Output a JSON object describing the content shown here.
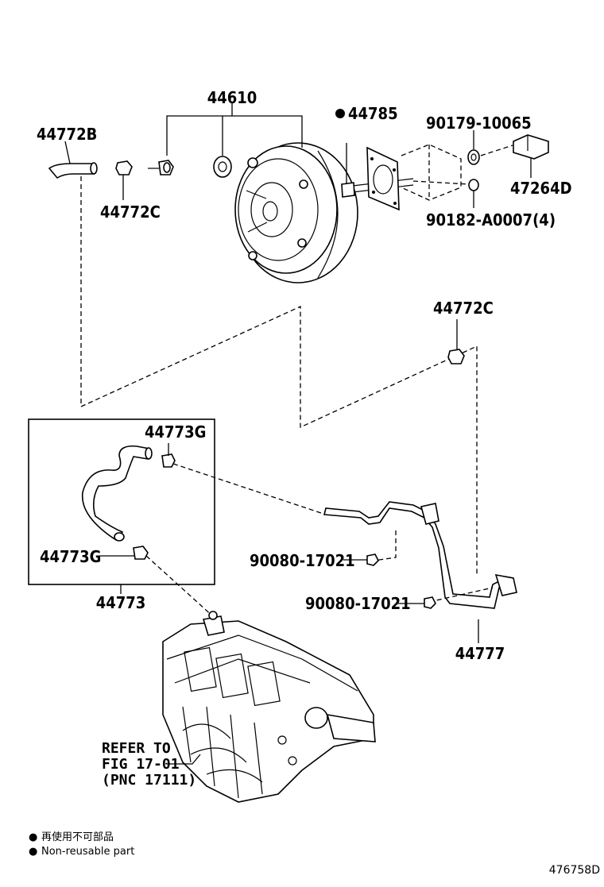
{
  "diagram": {
    "part_numbers": {
      "booster_assembly": "44610",
      "gasket": "44785",
      "hose_upper": "44772B",
      "clamp_upper": "44772C",
      "clamp_lower": "44772C",
      "washer": "90179-10065",
      "nut": "90182-A0007(4)",
      "clevis": "47264D",
      "hose_clamp_top": "44773G",
      "hose_clamp_bottom": "44773G",
      "hose_kit": "44773",
      "bolt_upper": "90080-17021",
      "bolt_lower": "90080-17021",
      "vacuum_tube": "44777"
    },
    "refer_note": [
      "REFER TO",
      "FIG 17-01",
      "(PNC 17111)"
    ],
    "legend": [
      {
        "symbol": "●",
        "text": "再使用不可部品"
      },
      {
        "symbol": "●",
        "text": "Non-reusable part"
      }
    ],
    "figure_number": "476758D"
  }
}
